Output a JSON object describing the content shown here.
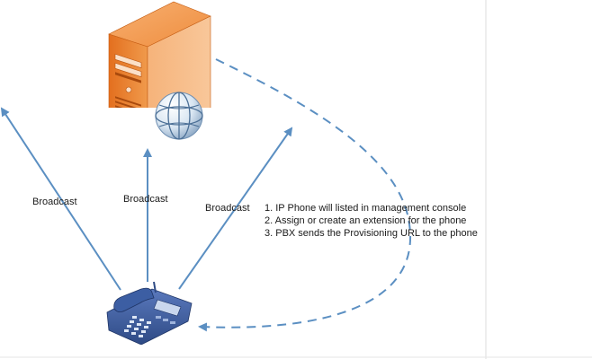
{
  "labels": {
    "broadcast_left": "Broadcast",
    "broadcast_center": "Broadcast",
    "broadcast_right": "Broadcast"
  },
  "steps": [
    "1. IP Phone will listed in management console",
    "2. Assign or create an extension for the phone",
    "3. PBX sends the Provisioning URL to the phone"
  ],
  "colors": {
    "arrow": "#5b8fc2",
    "server_orange": "#e97a2c",
    "phone_blue": "#3f5a9b"
  },
  "icons": {
    "server": "server-icon",
    "globe": "globe-icon",
    "phone": "ip-phone-icon"
  }
}
